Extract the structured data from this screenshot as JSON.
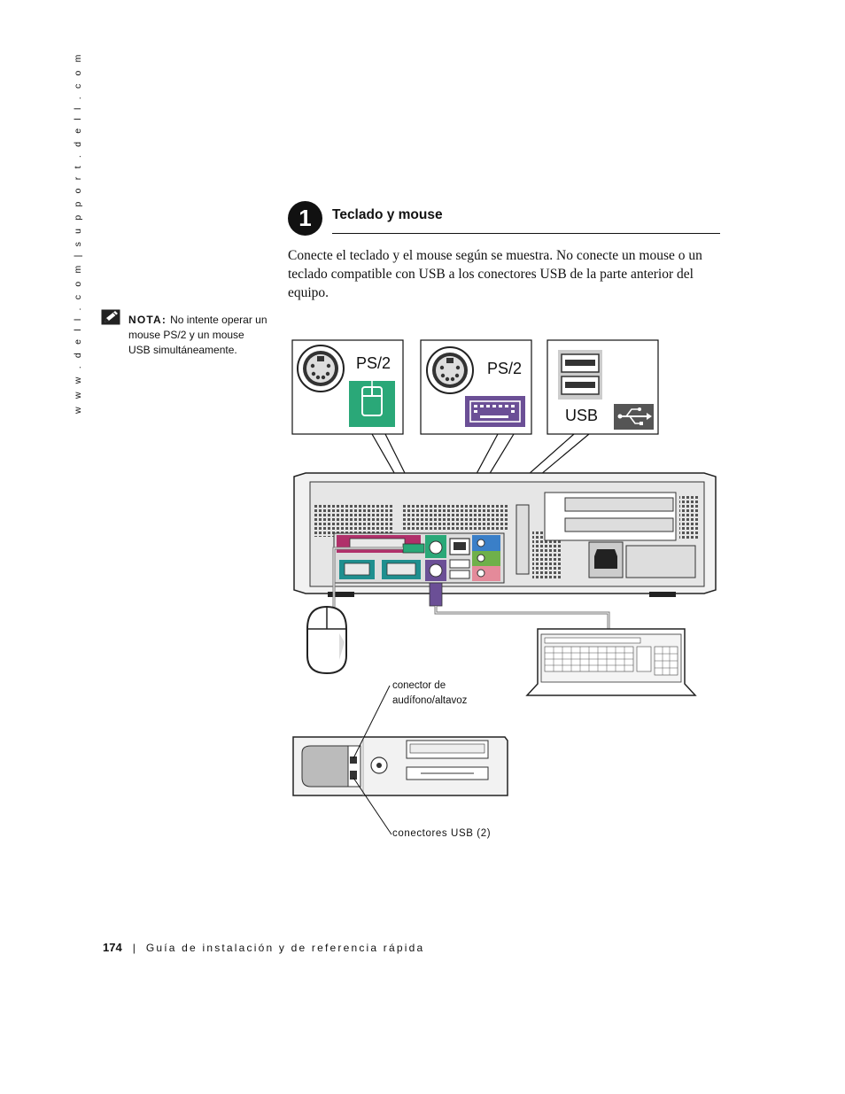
{
  "sidebar": {
    "url_text": "w w w . d e l l . c o m   |   s u p p o r t . d e l l . c o m"
  },
  "step": {
    "number": "1",
    "title": "Teclado y mouse"
  },
  "body": {
    "paragraph": "Conecte el teclado y el mouse según se muestra. No conecte un mouse o un teclado compatible con USB a los conectores USB de la parte anterior del equipo."
  },
  "note": {
    "icon": "pencil-note-icon",
    "label": "NOTA:",
    "text": "No intente operar un mouse PS/2 y un mouse USB simultáneamente."
  },
  "diagram": {
    "ps2_mouse_label": "PS/2",
    "ps2_keyboard_label": "PS/2",
    "usb_label": "USB",
    "colors": {
      "mouse_port": "#2aa878",
      "keyboard_port": "#6b4f96",
      "usb_symbol_bg": "#555555",
      "serial_port": "#1f8f8f",
      "parallel_port": "#b0306a",
      "audio_blue": "#3a7fc8",
      "audio_green": "#6fb04a",
      "audio_pink": "#e48a9a"
    }
  },
  "callouts": {
    "audio_connector": "conector de audífono/altavoz",
    "usb_connectors": "conectores USB (2)"
  },
  "footer": {
    "page_number": "174",
    "separator": "|",
    "title": "Guía de instalación y de referencia rápida"
  }
}
